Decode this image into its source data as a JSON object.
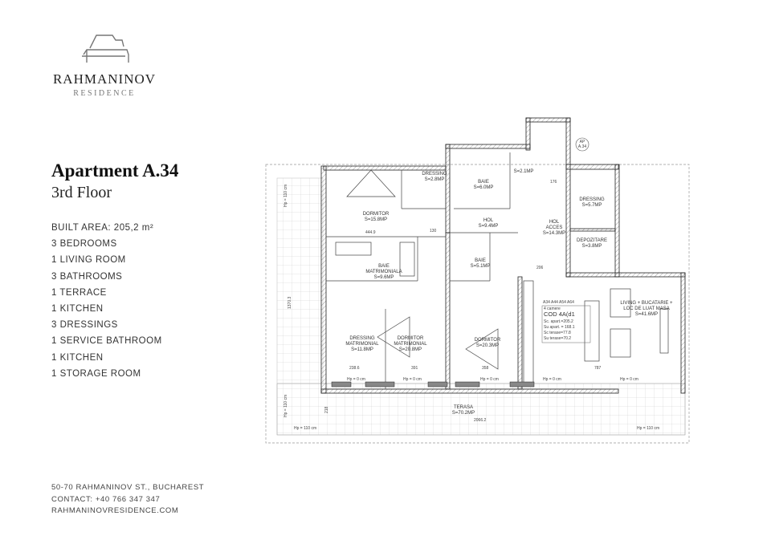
{
  "brand": {
    "name": "RAHMANINOV",
    "subtitle": "RESIDENCE"
  },
  "apartment": {
    "title": "Apartment A.34",
    "floor": "3rd Floor"
  },
  "features": [
    "BUILT AREA: 205,2 m²",
    "3 BEDROOMS",
    "1 LIVING ROOM",
    "3 BATHROOMS",
    "1 TERRACE",
    "1 KITCHEN",
    "3 DRESSINGS",
    "1 SERVICE BATHROOM",
    "1 KITCHEN",
    "1 STORAGE ROOM"
  ],
  "contact": {
    "address": "50-70 RAHMANINOV ST., BUCHAREST",
    "phone": "CONTACT: +40 766 347 347",
    "website": "RAHMANINOVRESIDENCE.COM"
  },
  "plan": {
    "rooms": {
      "dormitor1": [
        "DORMITOR",
        "S=15.8MP"
      ],
      "dressing1": [
        "DRESSING",
        "S=2.8MP"
      ],
      "baie1": [
        "BAIE",
        "S=6.0MP"
      ],
      "baie_small": [
        "S=2.1MP"
      ],
      "hol": [
        "HOL",
        "S=9.4MP"
      ],
      "hol_acces": [
        "HOL",
        "ACCES",
        "S=14.3MP"
      ],
      "dressing2": [
        "DRESSING",
        "S=5.7MP"
      ],
      "depozitare": [
        "DEPOZITARE",
        "S=3.8MP"
      ],
      "baie_matrimoniala": [
        "BAIE",
        "MATRIMONIALA",
        "S=9.6MP"
      ],
      "baie2": [
        "BAIE",
        "S=5.1MP"
      ],
      "dressing_matrimonial": [
        "DRESSING",
        "MATRIMONIAL",
        "S=11.8MP"
      ],
      "dormitor_matrimonial": [
        "DORMITOR",
        "MATRIMONIAL",
        "S=20.8MP"
      ],
      "dormitor3": [
        "DORMITOR",
        "S=20.3MP"
      ],
      "living": [
        "LIVING + BUCATARIE +",
        "LOC DE LUAT MASA",
        "S=41.6MP"
      ],
      "terasa": [
        "TERASA",
        "S=70.2MP"
      ]
    },
    "code_box": {
      "units": "A34 A44 A54 A64",
      "rooms": "4 camere",
      "code": "COD 4A(d1",
      "sc_apart": "Sc. apart.=205.2",
      "su_apart": "Su apart. = 168.1",
      "sc_terase": "Sc terase=77.8",
      "su_terase": "Su terase=70.2"
    },
    "tag": [
      "AP",
      "A.34"
    ],
    "heights": {
      "hp0": "Hp = 0 cm",
      "hp110": "Hp = 110 cm"
    },
    "dimensions": [
      "444.9",
      "238.6",
      "391",
      "358",
      "787",
      "2066.2",
      "176",
      "130",
      "206",
      "1370.3",
      "218"
    ]
  }
}
